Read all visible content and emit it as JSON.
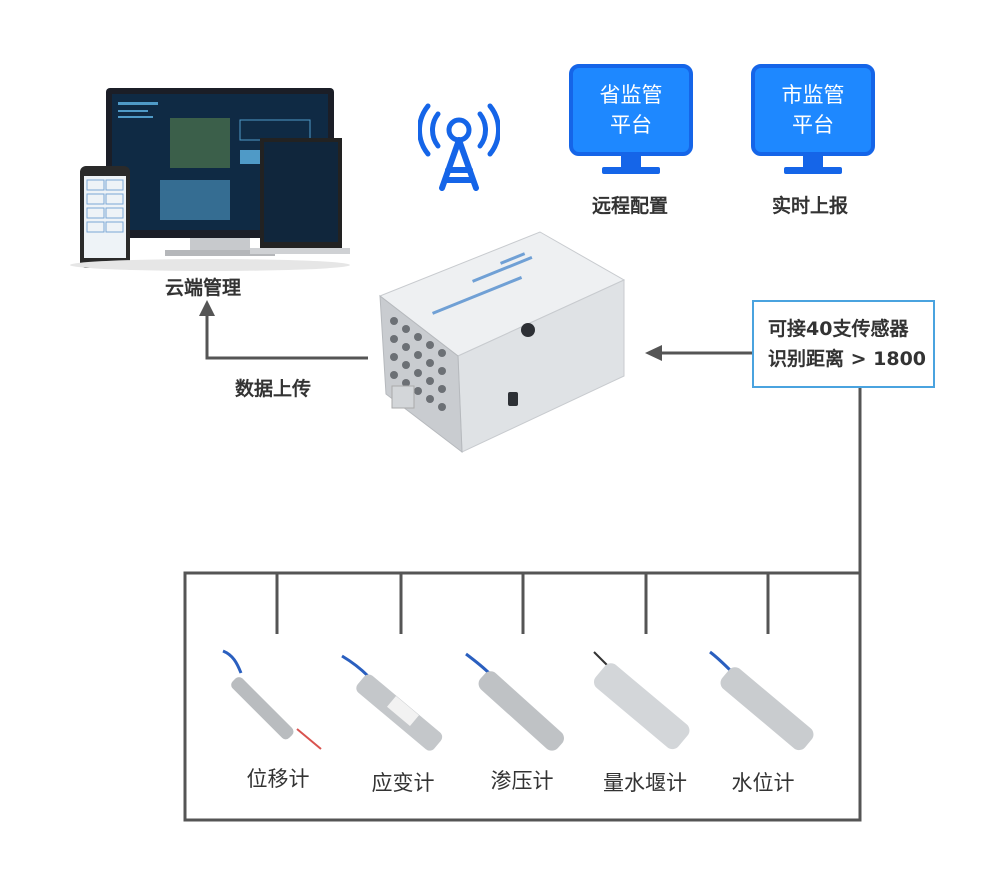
{
  "cloud": {
    "label": "云端管理"
  },
  "upload": {
    "label": "数据上传"
  },
  "platforms": [
    {
      "line1": "省监管",
      "line2": "平台",
      "caption": "远程配置"
    },
    {
      "line1": "市监管",
      "line2": "平台",
      "caption": "实时上报"
    }
  ],
  "sensor_box": {
    "line1": "可接40支传感器",
    "line2": "识别距离 > 1800"
  },
  "sensors": [
    {
      "name": "位移计"
    },
    {
      "name": "应变计"
    },
    {
      "name": "渗压计"
    },
    {
      "name": "量水堰计"
    },
    {
      "name": "水位计"
    }
  ],
  "colors": {
    "accent": "#1e88ff",
    "line": "#555555",
    "box_border": "#4aa3df"
  },
  "icons": [
    "antenna-icon",
    "monitor-icon",
    "device-icon",
    "sensor-icon"
  ]
}
